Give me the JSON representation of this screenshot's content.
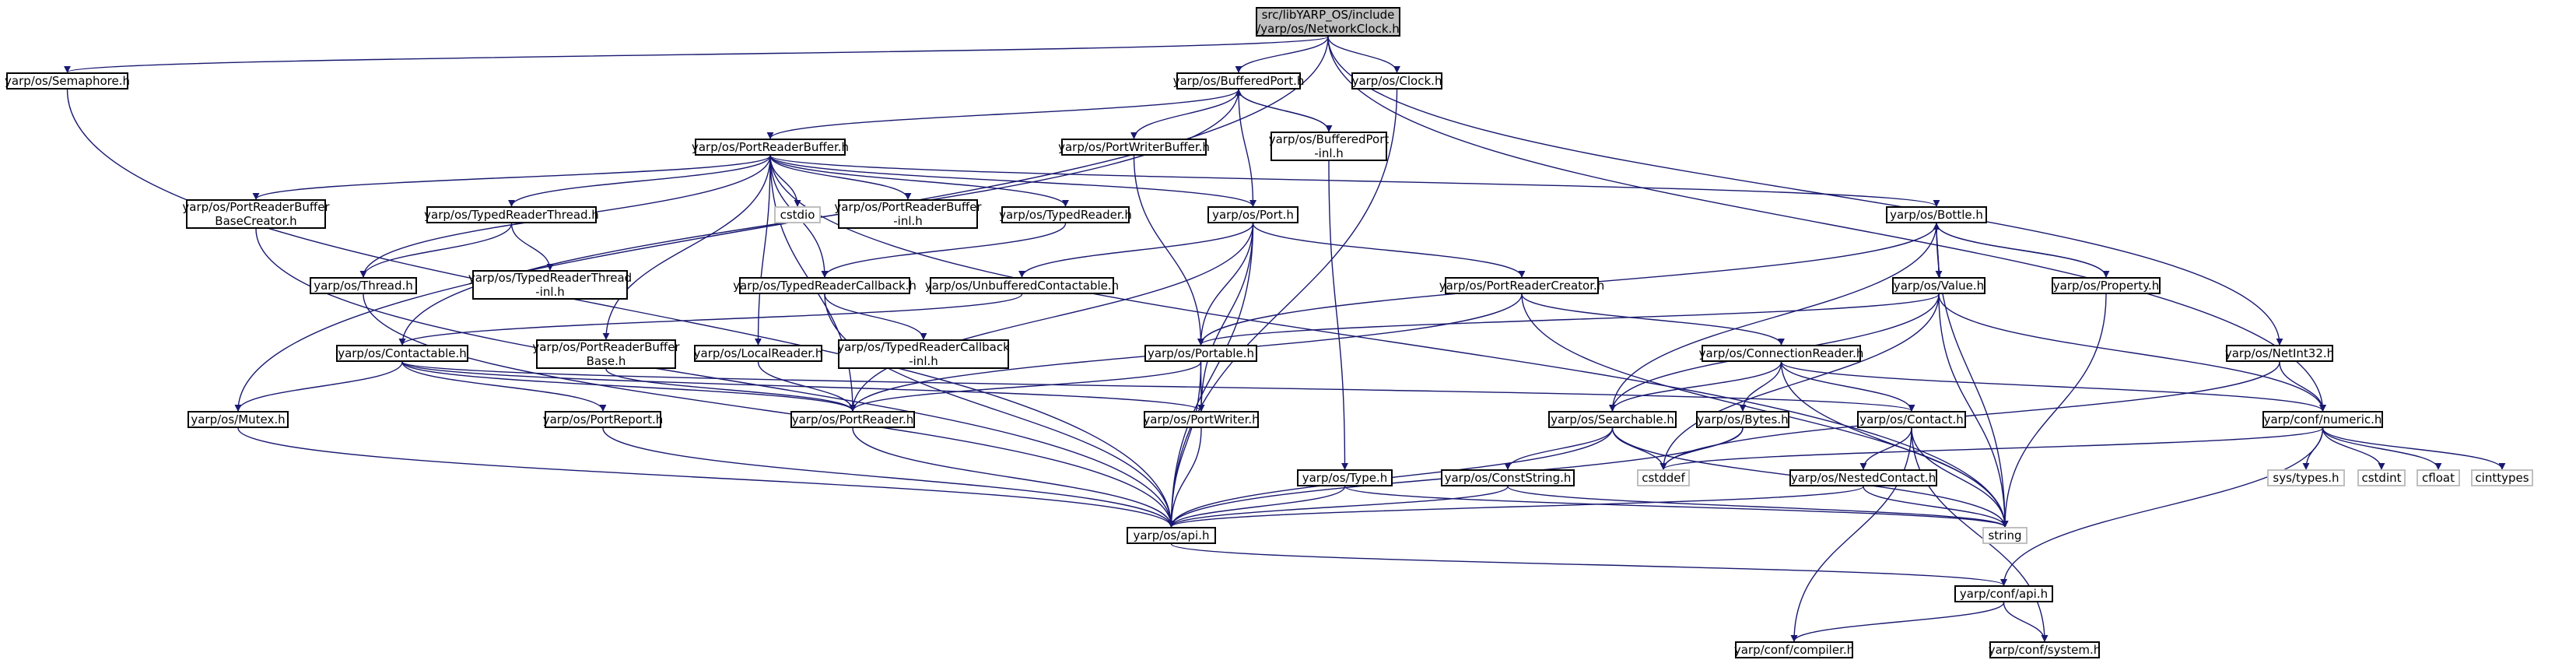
{
  "colors": {
    "edge": "#191970",
    "node_border": "#000000",
    "system_border": "#bfbfbf",
    "root_fill": "#bfbfbf"
  },
  "nodes": {
    "root": [
      "src/libYARP_OS/include",
      "/yarp/os/NetworkClock.h"
    ],
    "semaphore": [
      "yarp/os/Semaphore.h"
    ],
    "bufferedport": [
      "yarp/os/BufferedPort.h"
    ],
    "clock": [
      "yarp/os/Clock.h"
    ],
    "portreaderbuffer": [
      "yarp/os/PortReaderBuffer.h"
    ],
    "portwriterbuffer": [
      "yarp/os/PortWriterBuffer.h"
    ],
    "bufferedport_inl": [
      "yarp/os/BufferedPort",
      "-inl.h"
    ],
    "prb_basecreator": [
      "yarp/os/PortReaderBuffer",
      "BaseCreator.h"
    ],
    "typedreaderthread": [
      "yarp/os/TypedReaderThread.h"
    ],
    "cstdio": [
      "cstdio"
    ],
    "prb_inl": [
      "yarp/os/PortReaderBuffer",
      "-inl.h"
    ],
    "typedreader": [
      "yarp/os/TypedReader.h"
    ],
    "port": [
      "yarp/os/Port.h"
    ],
    "bottle": [
      "yarp/os/Bottle.h"
    ],
    "thread": [
      "yarp/os/Thread.h"
    ],
    "typedreaderthread_inl": [
      "yarp/os/TypedReaderThread",
      "-inl.h"
    ],
    "typedreadercallback": [
      "yarp/os/TypedReaderCallback.h"
    ],
    "unbufferedcontactable": [
      "yarp/os/UnbufferedContactable.h"
    ],
    "portreadercreator": [
      "yarp/os/PortReaderCreator.h"
    ],
    "value": [
      "yarp/os/Value.h"
    ],
    "property": [
      "yarp/os/Property.h"
    ],
    "contactable": [
      "yarp/os/Contactable.h"
    ],
    "prb_base": [
      "yarp/os/PortReaderBuffer",
      "Base.h"
    ],
    "localreader": [
      "yarp/os/LocalReader.h"
    ],
    "typedreadercallback_inl": [
      "yarp/os/TypedReaderCallback",
      "-inl.h"
    ],
    "portable": [
      "yarp/os/Portable.h"
    ],
    "connectionreader": [
      "yarp/os/ConnectionReader.h"
    ],
    "netint32": [
      "yarp/os/NetInt32.h"
    ],
    "mutex": [
      "yarp/os/Mutex.h"
    ],
    "portreport": [
      "yarp/os/PortReport.h"
    ],
    "portreader": [
      "yarp/os/PortReader.h"
    ],
    "portwriter": [
      "yarp/os/PortWriter.h"
    ],
    "searchable": [
      "yarp/os/Searchable.h"
    ],
    "bytes": [
      "yarp/os/Bytes.h"
    ],
    "contact": [
      "yarp/os/Contact.h"
    ],
    "numeric": [
      "yarp/conf/numeric.h"
    ],
    "type": [
      "yarp/os/Type.h"
    ],
    "conststring": [
      "yarp/os/ConstString.h"
    ],
    "cstddef": [
      "cstddef"
    ],
    "nestedcontact": [
      "yarp/os/NestedContact.h"
    ],
    "systypes": [
      "sys/types.h"
    ],
    "cstdint": [
      "cstdint"
    ],
    "cfloat": [
      "cfloat"
    ],
    "cinttypes": [
      "cinttypes"
    ],
    "api_os": [
      "yarp/os/api.h"
    ],
    "string": [
      "string"
    ],
    "conf_api": [
      "yarp/conf/api.h"
    ],
    "compiler": [
      "yarp/conf/compiler.h"
    ],
    "system": [
      "yarp/conf/system.h"
    ]
  }
}
